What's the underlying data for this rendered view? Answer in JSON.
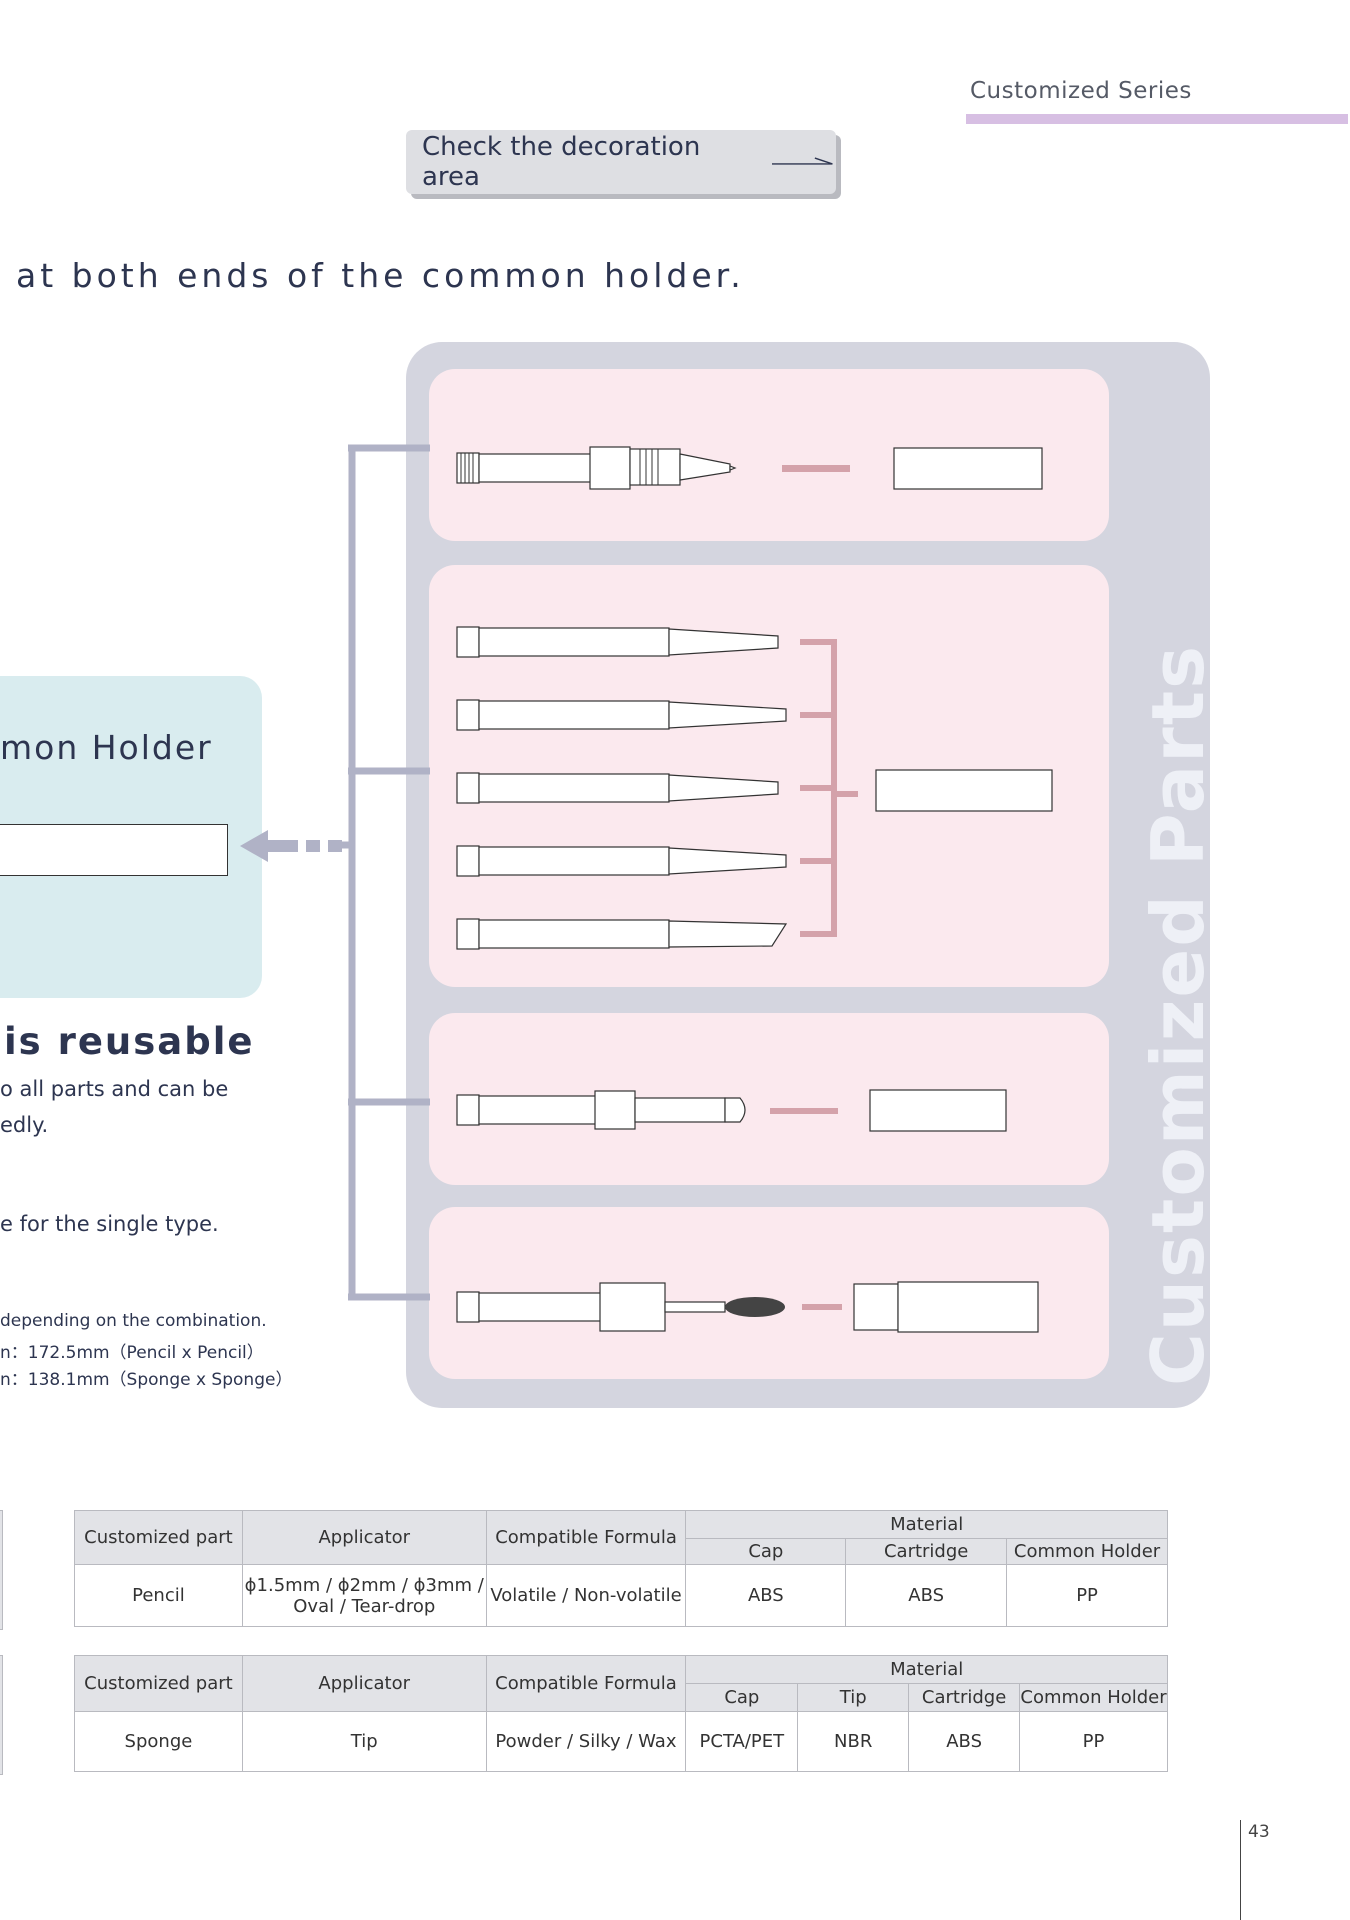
{
  "header": {
    "series_label": "Customized Series",
    "accent_color": "#d7bfe3"
  },
  "decoration_button": {
    "label": "Check the decoration area",
    "icon": "arrow-right-icon"
  },
  "headline": "at both ends of the common holder.",
  "customized_parts": {
    "title": "Customized Parts",
    "panel_color": "#d4d5df",
    "group_color": "#fbe9ee"
  },
  "common_holder": {
    "title": "mon Holder",
    "box_color": "#d9ecef"
  },
  "reusable": {
    "title": "is reusable",
    "lines": [
      "o all parts and can be",
      "edly."
    ],
    "single_type": "e for the single type.",
    "notes": [
      "depending on the combination.",
      "n：172.5mm（Pencil x Pencil）",
      "n：138.1mm（Sponge x Sponge）"
    ]
  },
  "tables": [
    {
      "headers": {
        "part": "Customized part",
        "applicator": "Applicator",
        "formula": "Compatible Formula",
        "material": "Material"
      },
      "material_columns": [
        "Cap",
        "Cartridge",
        "Common Holder"
      ],
      "row": {
        "part": "Pencil",
        "applicator_line1": "ϕ1.5mm / ϕ2mm / ϕ3mm /",
        "applicator_line2": "Oval / Tear-drop",
        "formula": "Volatile / Non-volatile",
        "materials": [
          "ABS",
          "ABS",
          "PP"
        ]
      }
    },
    {
      "headers": {
        "part": "Customized part",
        "applicator": "Applicator",
        "formula": "Compatible Formula",
        "material": "Material"
      },
      "material_columns": [
        "Cap",
        "Tip",
        "Cartridge",
        "Common Holder"
      ],
      "row": {
        "part": "Sponge",
        "applicator": "Tip",
        "formula": "Powder / Silky / Wax",
        "materials": [
          "PCTA/PET",
          "NBR",
          "ABS",
          "PP"
        ]
      }
    }
  ],
  "page_number": "43"
}
